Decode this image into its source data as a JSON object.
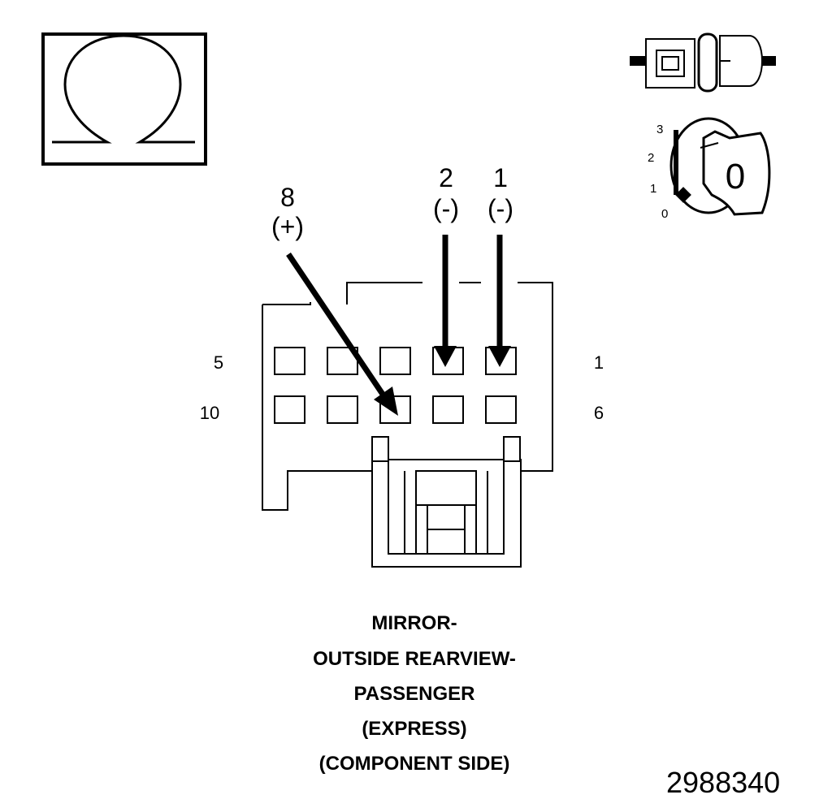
{
  "meter_symbol": {
    "icon": "ohm-icon"
  },
  "key_switch": {
    "positions": [
      "3",
      "2",
      "1",
      "0"
    ],
    "key_position": "0",
    "icons": [
      "connector-disconnected-icon",
      "ignition-key-icon"
    ]
  },
  "connector": {
    "row_labels": {
      "top_left": "5",
      "top_right": "1",
      "bottom_left": "10",
      "bottom_right": "6"
    },
    "probes": [
      {
        "pin": "8",
        "polarity": "(+)"
      },
      {
        "pin": "2",
        "polarity": "(-)"
      },
      {
        "pin": "1",
        "polarity": "(-)"
      }
    ]
  },
  "caption": [
    "MIRROR-",
    "OUTSIDE REARVIEW-",
    "PASSENGER",
    "(EXPRESS)",
    "(COMPONENT SIDE)"
  ],
  "figure_number": "2988340"
}
